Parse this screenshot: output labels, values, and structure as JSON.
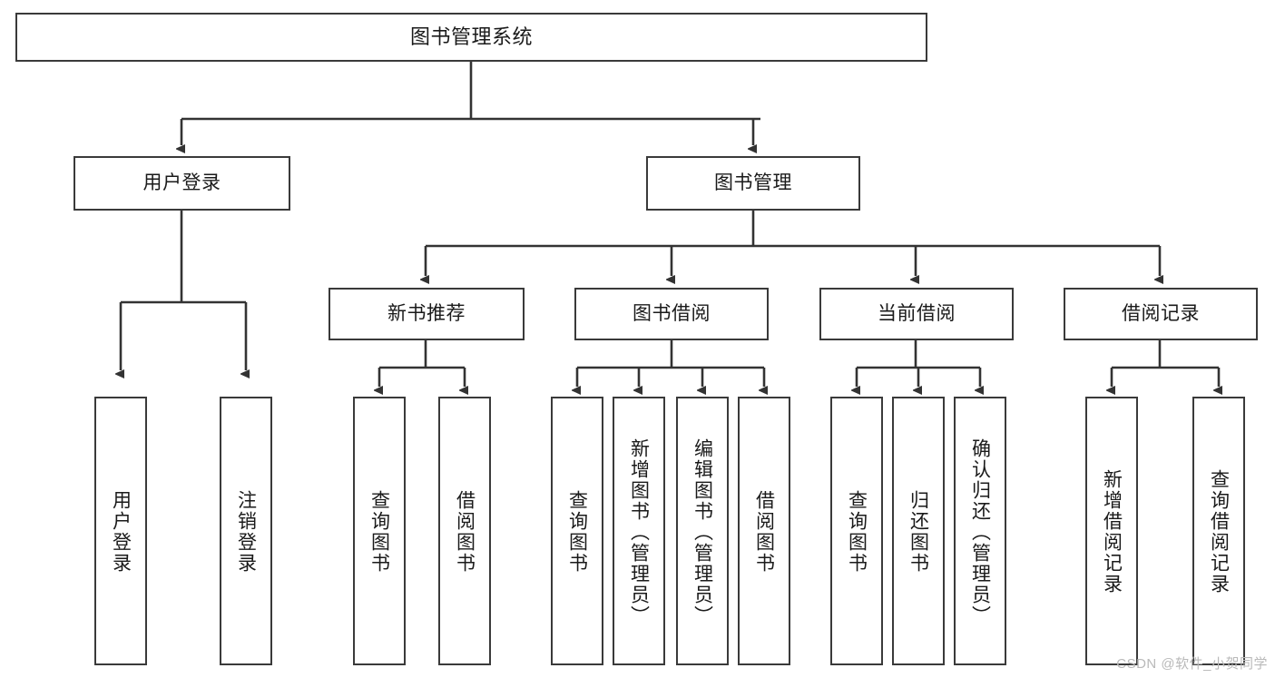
{
  "diagram": {
    "title": "图书管理系统",
    "type": "functional-structure-tree",
    "watermark": "CSDN @软件_小贺同学",
    "stroke_color": "#3a3a3a",
    "fill_color": "#ffffff",
    "text_color": "#1a1a1a",
    "watermark_color": "#b9b9b9"
  },
  "nodes": {
    "root": {
      "label": "图书管理系统",
      "level": 1
    },
    "level2": [
      {
        "id": "user-login",
        "label": "用户登录"
      },
      {
        "id": "book-manage",
        "label": "图书管理"
      }
    ],
    "level3": [
      {
        "id": "new-book-rec",
        "label": "新书推荐",
        "parent": "book-manage"
      },
      {
        "id": "book-borrow",
        "label": "图书借阅",
        "parent": "book-manage"
      },
      {
        "id": "current-borrow",
        "label": "当前借阅",
        "parent": "book-manage"
      },
      {
        "id": "borrow-record",
        "label": "借阅记录",
        "parent": "book-manage"
      }
    ],
    "leaves": [
      {
        "id": "leaf-user-login",
        "label": "用户登录",
        "parent": "user-login"
      },
      {
        "id": "leaf-logout-login",
        "label": "注销登录",
        "parent": "user-login"
      },
      {
        "id": "leaf-query-book-1",
        "label": "查询图书",
        "parent": "new-book-rec"
      },
      {
        "id": "leaf-borrow-book-1",
        "label": "借阅图书",
        "parent": "new-book-rec"
      },
      {
        "id": "leaf-query-book-2",
        "label": "查询图书",
        "parent": "book-borrow"
      },
      {
        "id": "leaf-add-book",
        "label": "新增图书（管理员）",
        "parent": "book-borrow"
      },
      {
        "id": "leaf-edit-book",
        "label": "编辑图书（管理员）",
        "parent": "book-borrow"
      },
      {
        "id": "leaf-borrow-book-2",
        "label": "借阅图书",
        "parent": "book-borrow"
      },
      {
        "id": "leaf-query-book-3",
        "label": "查询图书",
        "parent": "current-borrow"
      },
      {
        "id": "leaf-return-book",
        "label": "归还图书",
        "parent": "current-borrow"
      },
      {
        "id": "leaf-confirm-return",
        "label": "确认归还（管理员）",
        "parent": "current-borrow"
      },
      {
        "id": "leaf-add-record",
        "label": "新增借阅记录",
        "parent": "borrow-record"
      },
      {
        "id": "leaf-query-record",
        "label": "查询借阅记录",
        "parent": "borrow-record"
      }
    ]
  }
}
